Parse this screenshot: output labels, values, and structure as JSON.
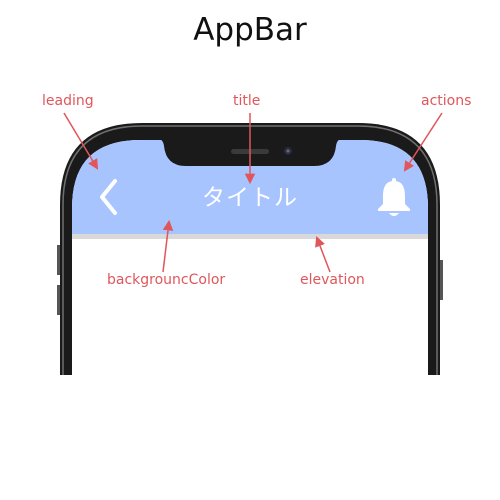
{
  "title": "AppBar",
  "appbar": {
    "title_text": "タイトル",
    "leading_icon": "chevron-left-icon",
    "action_icon": "bell-icon",
    "background_color": "#a8c4ff",
    "elevation_color": "#d9d9d9"
  },
  "annotations": {
    "leading": "leading",
    "title": "title",
    "actions": "actions",
    "background_color": "backgrouncColor",
    "elevation": "elevation"
  },
  "colors": {
    "annotation": "#e0565b",
    "phone_frame": "#111111"
  }
}
